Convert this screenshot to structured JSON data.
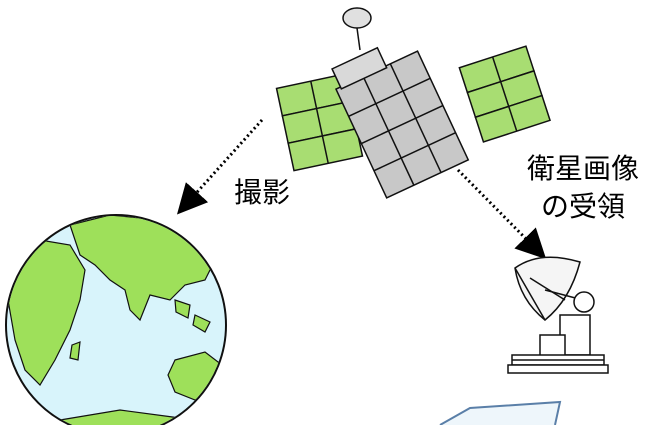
{
  "labels": {
    "shooting": "撮影",
    "receive_line1": "衛星画像",
    "receive_line2": "の受領"
  },
  "colors": {
    "ocean": "#d8f4fb",
    "land": "#9ee05a",
    "outline": "#111111",
    "panel": "#a8dd72",
    "satellite_body": "#c8c8c8",
    "arrow": "#000000"
  },
  "icons": [
    "satellite-icon",
    "earth-globe-icon",
    "ground-station-dish-icon"
  ]
}
